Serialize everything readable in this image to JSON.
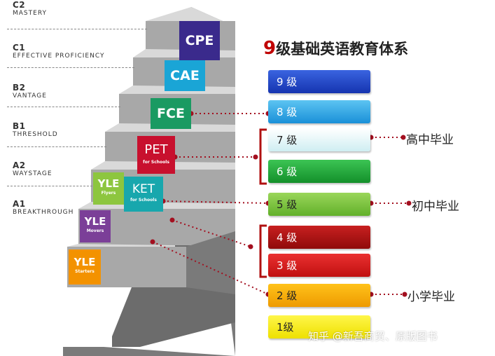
{
  "cefr_levels": [
    {
      "code": "C2",
      "name": "MASTERY"
    },
    {
      "code": "C1",
      "name": "EFFECTIVE PROFICIENCY"
    },
    {
      "code": "B2",
      "name": "VANTAGE"
    },
    {
      "code": "B1",
      "name": "THRESHOLD"
    },
    {
      "code": "A2",
      "name": "WAYSTAGE"
    },
    {
      "code": "A1",
      "name": "BREAKTHROUGH"
    }
  ],
  "exams": {
    "cpe": {
      "label": "CPE",
      "color": "#3a2a8c"
    },
    "cae": {
      "label": "CAE",
      "color": "#1aa5d6"
    },
    "fce": {
      "label": "FCE",
      "color": "#1a9a62"
    },
    "pet": {
      "label": "PET",
      "sub": "for Schools",
      "color": "#c8102e"
    },
    "ket": {
      "label": "KET",
      "sub": "for Schools",
      "color": "#18a7ad"
    },
    "yle_flyers": {
      "label": "YLE",
      "sub": "Flyers",
      "color": "#8dc63f"
    },
    "yle_movers": {
      "label": "YLE",
      "sub": "Movers",
      "color": "#7b3f98"
    },
    "yle_starters": {
      "label": "YLE",
      "sub": "Starters",
      "color": "#f39200"
    }
  },
  "title": {
    "num": "9",
    "rest": "级基础英语教育体系"
  },
  "grade_levels": [
    {
      "label": "9 级",
      "color": "#1f46c8"
    },
    {
      "label": "8 级",
      "color": "#29a8e8"
    },
    {
      "label": "7 级",
      "color": "#e6f6f8"
    },
    {
      "label": "6 级",
      "color": "#1fa83a"
    },
    {
      "label": "5 级",
      "color": "#7cc63a"
    },
    {
      "label": "4 级",
      "color": "#b01010"
    },
    {
      "label": "3 级",
      "color": "#d41818"
    },
    {
      "label": "2 级",
      "color": "#f5a800"
    },
    {
      "label": "1级",
      "color": "#f5ec1a"
    }
  ],
  "graduation": {
    "high_school": "高中毕业",
    "middle_school": "初中毕业",
    "primary_school": "小学毕业"
  },
  "watermark": "知乎 @新吾商贸、原版图书"
}
